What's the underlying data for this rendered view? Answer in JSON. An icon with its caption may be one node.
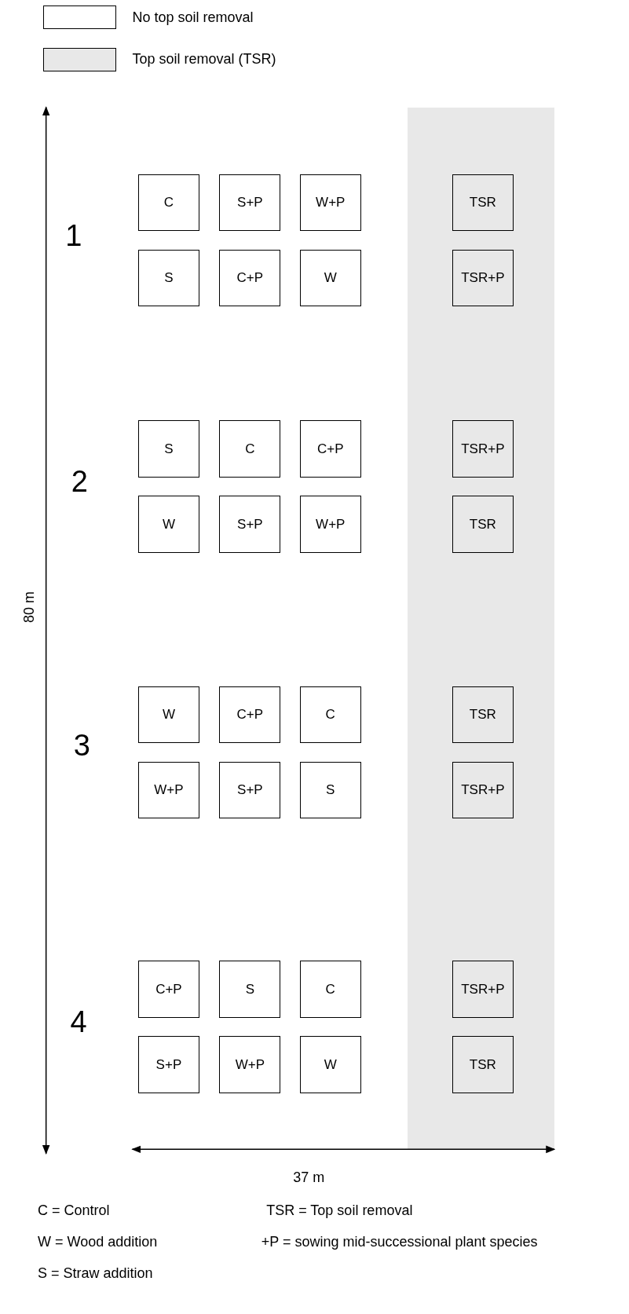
{
  "diagram": {
    "nodes": [
      {
        "text": [],
        "shape": "box"
      },
      {
        "text": [
          "C"
        ]
      },
      {
        "text": [
          "S+P"
        ]
      },
      {
        "text": [
          "W+P"
        ]
      },
      {
        "text": [
          "TSR"
        ],
        "in": 0
      },
      {
        "text": [
          "S"
        ]
      },
      {
        "text": [
          "C+P"
        ]
      },
      {
        "text": [
          "W"
        ]
      },
      {
        "text": [
          "TSR+P"
        ],
        "in": 0
      },
      {
        "text": [
          "S"
        ]
      },
      {
        "text": [
          "C"
        ]
      },
      {
        "text": [
          "C+P"
        ]
      },
      {
        "text": [
          "TSR+P"
        ],
        "in": 0
      },
      {
        "text": [
          "W"
        ]
      },
      {
        "text": [
          "S+P"
        ]
      },
      {
        "text": [
          "W+P"
        ]
      },
      {
        "text": [
          "TSR"
        ],
        "in": 0
      },
      {
        "text": [
          "W"
        ]
      },
      {
        "text": [
          "C+P"
        ]
      },
      {
        "text": [
          "C"
        ]
      },
      {
        "text": [
          "TSR"
        ],
        "in": 0
      },
      {
        "text": [
          "W+P"
        ]
      },
      {
        "text": [
          "S+P"
        ]
      },
      {
        "text": [
          "S"
        ]
      },
      {
        "text": [
          "TSR+P"
        ],
        "in": 0
      },
      {
        "text": [
          "C+P"
        ]
      },
      {
        "text": [
          "S"
        ]
      },
      {
        "text": [
          "C"
        ]
      },
      {
        "text": [
          "TSR+P"
        ],
        "in": 0
      },
      {
        "text": [
          "S+P"
        ]
      },
      {
        "text": [
          "W+P"
        ]
      },
      {
        "text": [
          "W"
        ]
      },
      {
        "text": [
          "TSR"
        ],
        "in": 0
      }
    ],
    "edges": [],
    "labels": [
      "1",
      "2",
      "3",
      "4",
      "80 m",
      "37 m",
      "C = Control",
      "TSR = Top soil removal",
      "W = Wood addition",
      "+P = sowing mid-successional plant species",
      "S = Straw addition"
    ],
    "legend": [
      {
        "text": "No top soil removal",
        "color": "#ffffff"
      },
      {
        "text": "Top soil removal (TSR)",
        "color": "#e8e8e8"
      }
    ]
  }
}
